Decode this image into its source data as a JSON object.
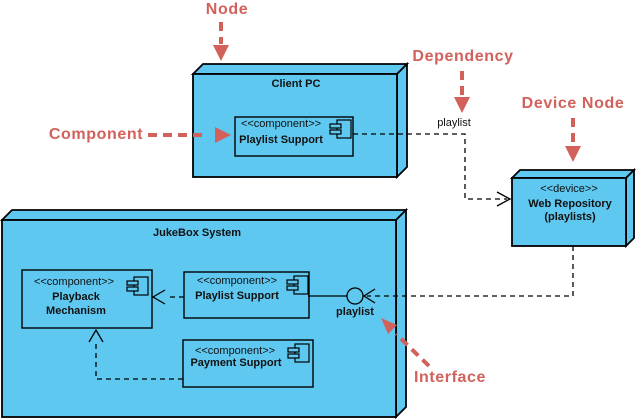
{
  "annotations": {
    "node_label": "Node",
    "component_label": "Component",
    "dependency_label": "Dependency",
    "device_node_label": "Device Node",
    "interface_label": "Interface"
  },
  "nodes": {
    "client_pc": {
      "title": "Client PC",
      "component": {
        "stereotype": "<<component>>",
        "name": "Playlist Support"
      }
    },
    "jukebox": {
      "title": "JukeBox System",
      "playback": {
        "stereotype": "<<component>>",
        "name_line1": "Playback",
        "name_line2": "Mechanism"
      },
      "playlist": {
        "stereotype": "<<component>>",
        "name": "Playlist Support"
      },
      "payment": {
        "stereotype": "<<component>>",
        "name": "Payment Support"
      }
    },
    "web_repository": {
      "stereotype": "<<device>>",
      "title": "Web Repository",
      "subtitle": "(playlists)"
    }
  },
  "connectors": {
    "dependency_label": "playlist",
    "interface_label": "playlist"
  },
  "colors": {
    "node_fill": "#5FC8F0",
    "outline": "#000000",
    "annotation": "#D2615B",
    "background": "#FFFFFF"
  }
}
